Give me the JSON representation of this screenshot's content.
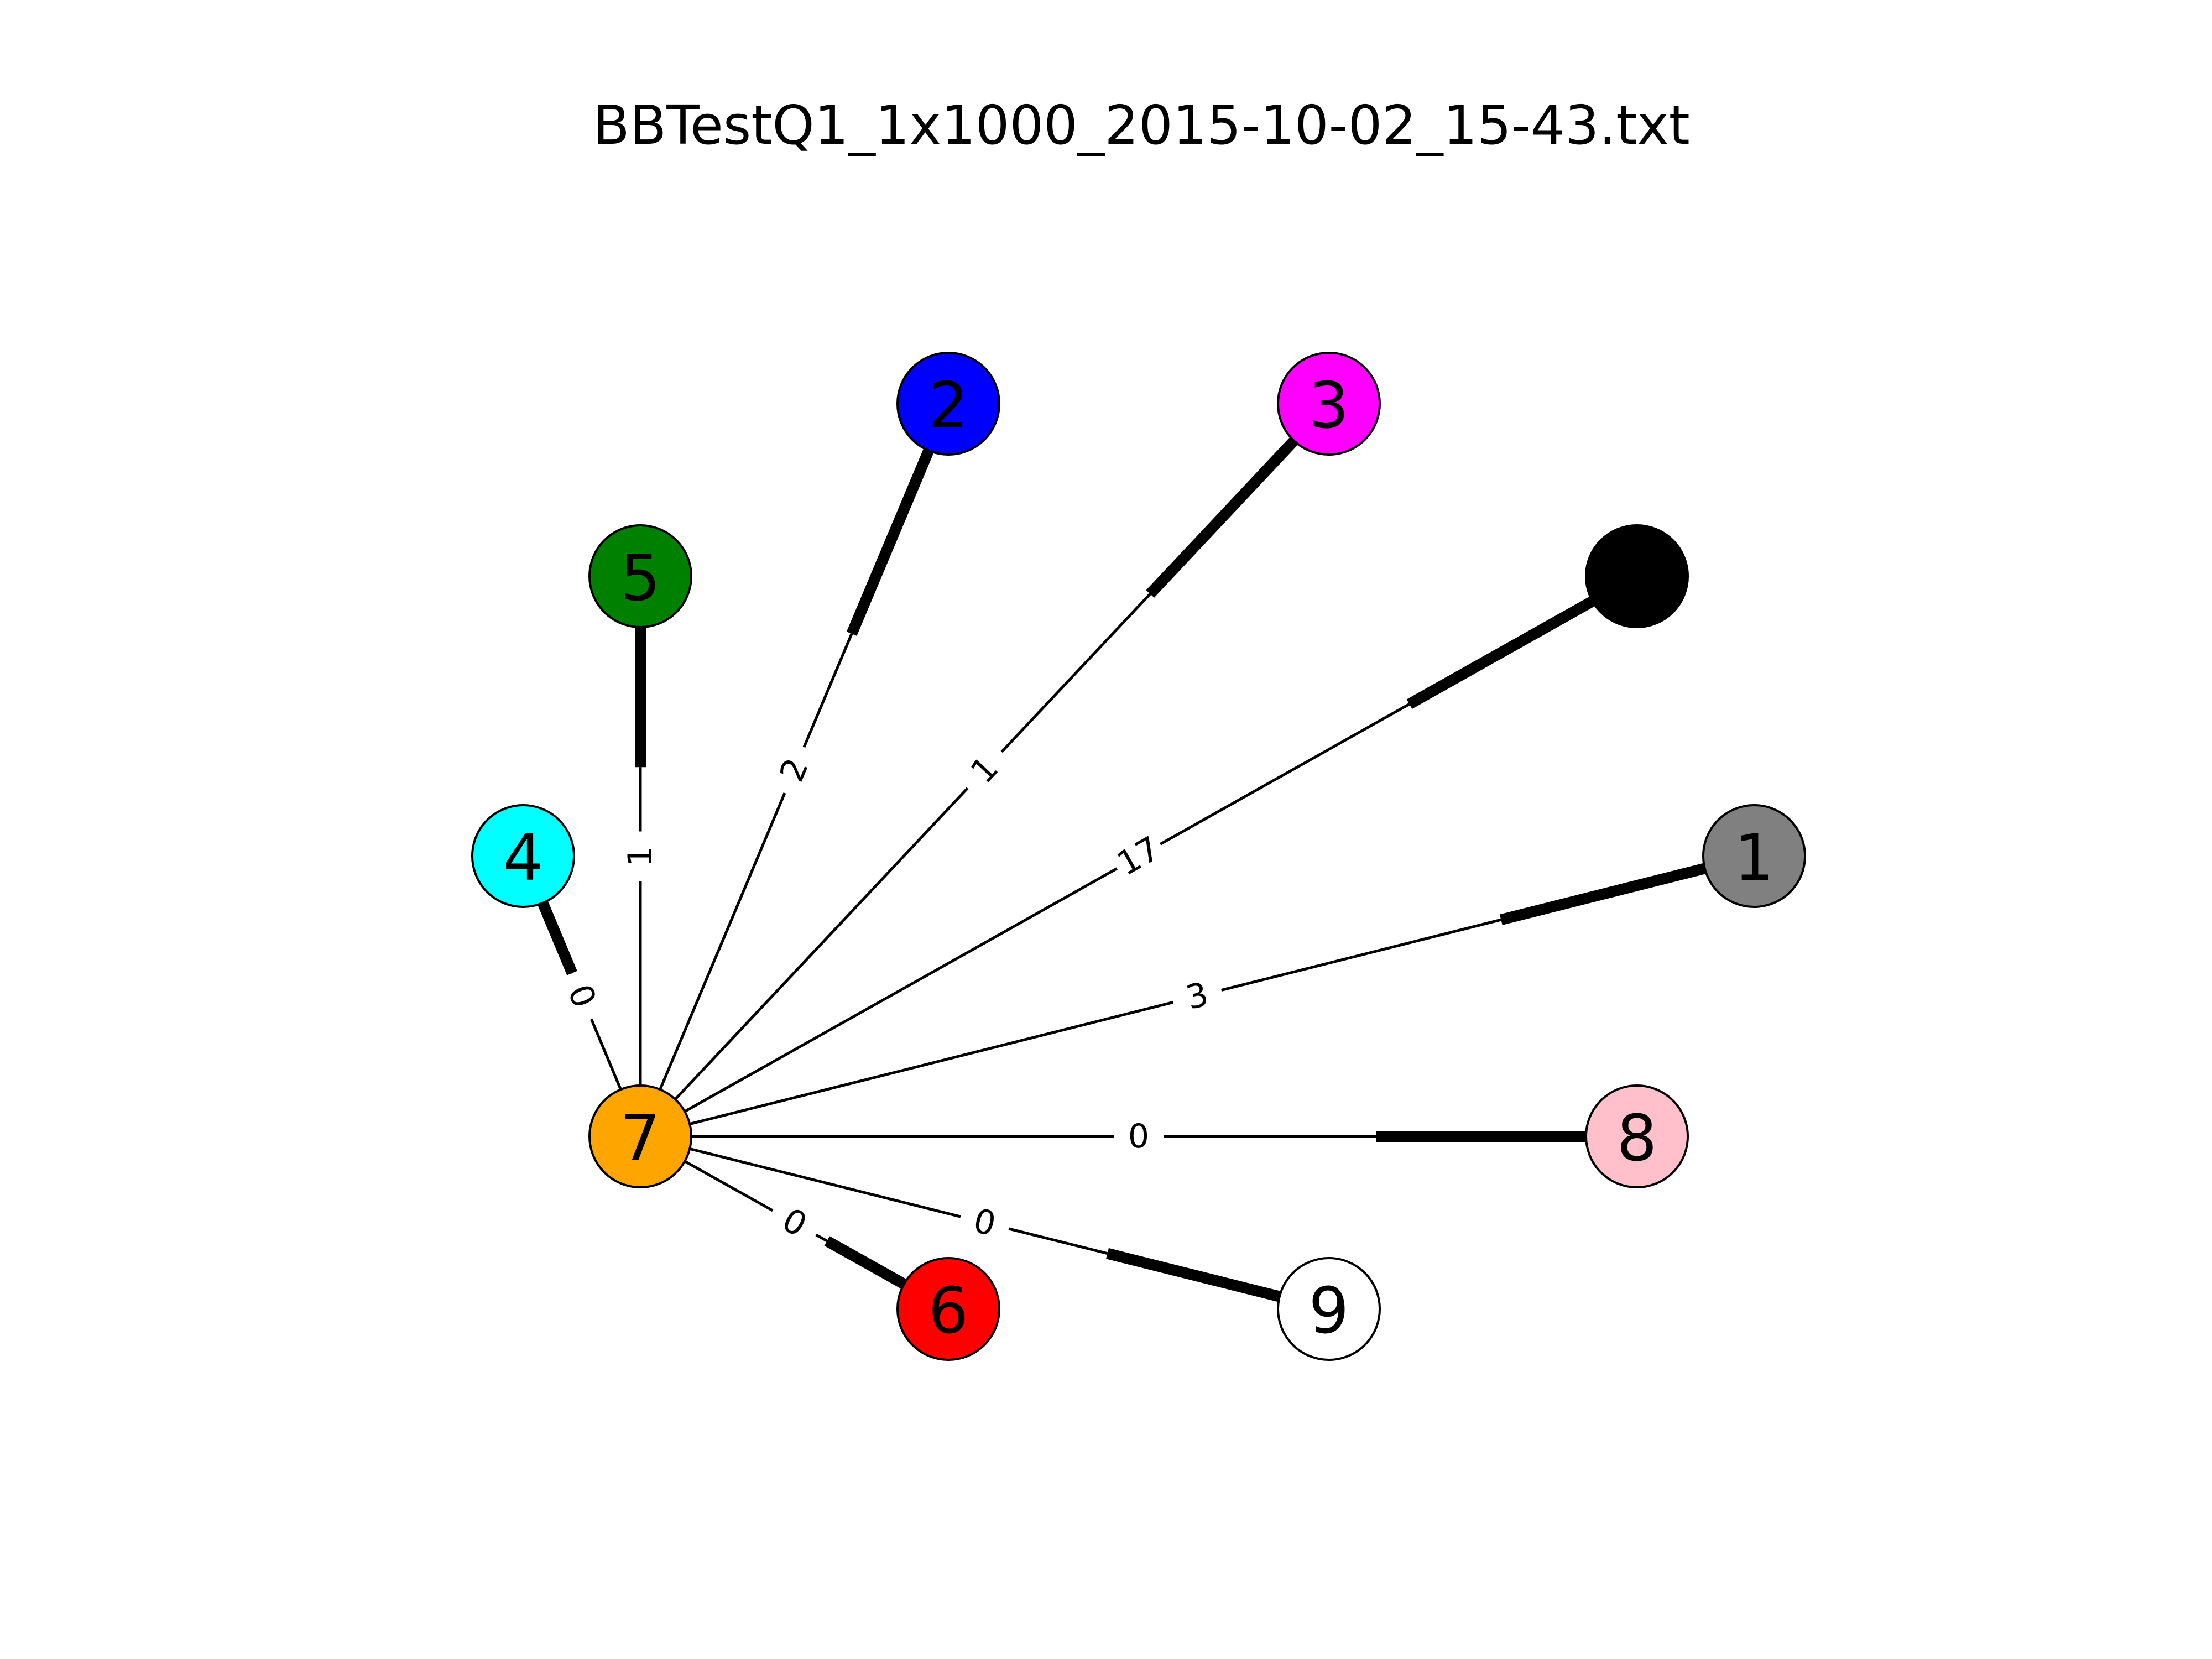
{
  "title": "BBTestQ1_1x1000_2015-10-02_15-43.txt",
  "graph": {
    "nodes": [
      {
        "id": "7",
        "label": "7",
        "color": "#ffa500"
      },
      {
        "id": "5",
        "label": "5",
        "color": "#008000"
      },
      {
        "id": "2",
        "label": "2",
        "color": "#0000ff"
      },
      {
        "id": "3",
        "label": "3",
        "color": "#ff00ff"
      },
      {
        "id": "blank",
        "label": "",
        "color": "#000000"
      },
      {
        "id": "1",
        "label": "1",
        "color": "#808080"
      },
      {
        "id": "4",
        "label": "4",
        "color": "#00ffff"
      },
      {
        "id": "8",
        "label": "8",
        "color": "#ffc0cb"
      },
      {
        "id": "6",
        "label": "6",
        "color": "#ff0000"
      },
      {
        "id": "9",
        "label": "9",
        "color": "#ffffff"
      }
    ],
    "edges": [
      {
        "source": "7",
        "target": "5",
        "label": "1"
      },
      {
        "source": "7",
        "target": "2",
        "label": "2"
      },
      {
        "source": "7",
        "target": "3",
        "label": "1"
      },
      {
        "source": "7",
        "target": "blank",
        "label": "17"
      },
      {
        "source": "7",
        "target": "1",
        "label": "3"
      },
      {
        "source": "7",
        "target": "4",
        "label": "0"
      },
      {
        "source": "7",
        "target": "8",
        "label": "0"
      },
      {
        "source": "7",
        "target": "6",
        "label": "0"
      },
      {
        "source": "7",
        "target": "9",
        "label": "0"
      }
    ]
  }
}
